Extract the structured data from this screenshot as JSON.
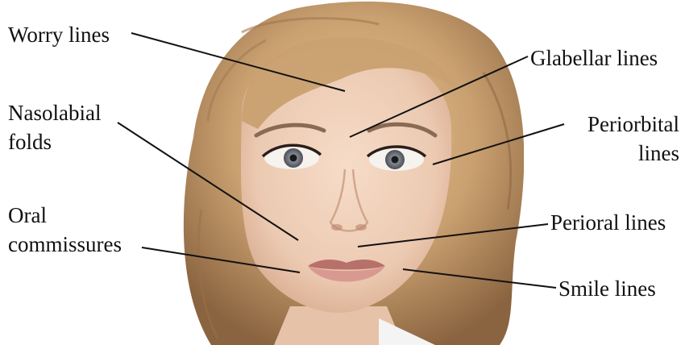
{
  "labels": {
    "worry_lines": "Worry lines",
    "glabellar_lines": "Glabellar lines",
    "nasolabial_line1": "Nasolabial",
    "nasolabial_line2": "folds",
    "periorbital_line1": "Periorbital",
    "periorbital_line2": "lines",
    "oral_line1": "Oral",
    "oral_line2": "commissures",
    "perioral_lines": "Perioral lines",
    "smile_lines": "Smile lines"
  },
  "colors": {
    "hair": "#c8a070",
    "skin": "#efcfb8",
    "lips": "#c98a80",
    "text": "#111111"
  }
}
